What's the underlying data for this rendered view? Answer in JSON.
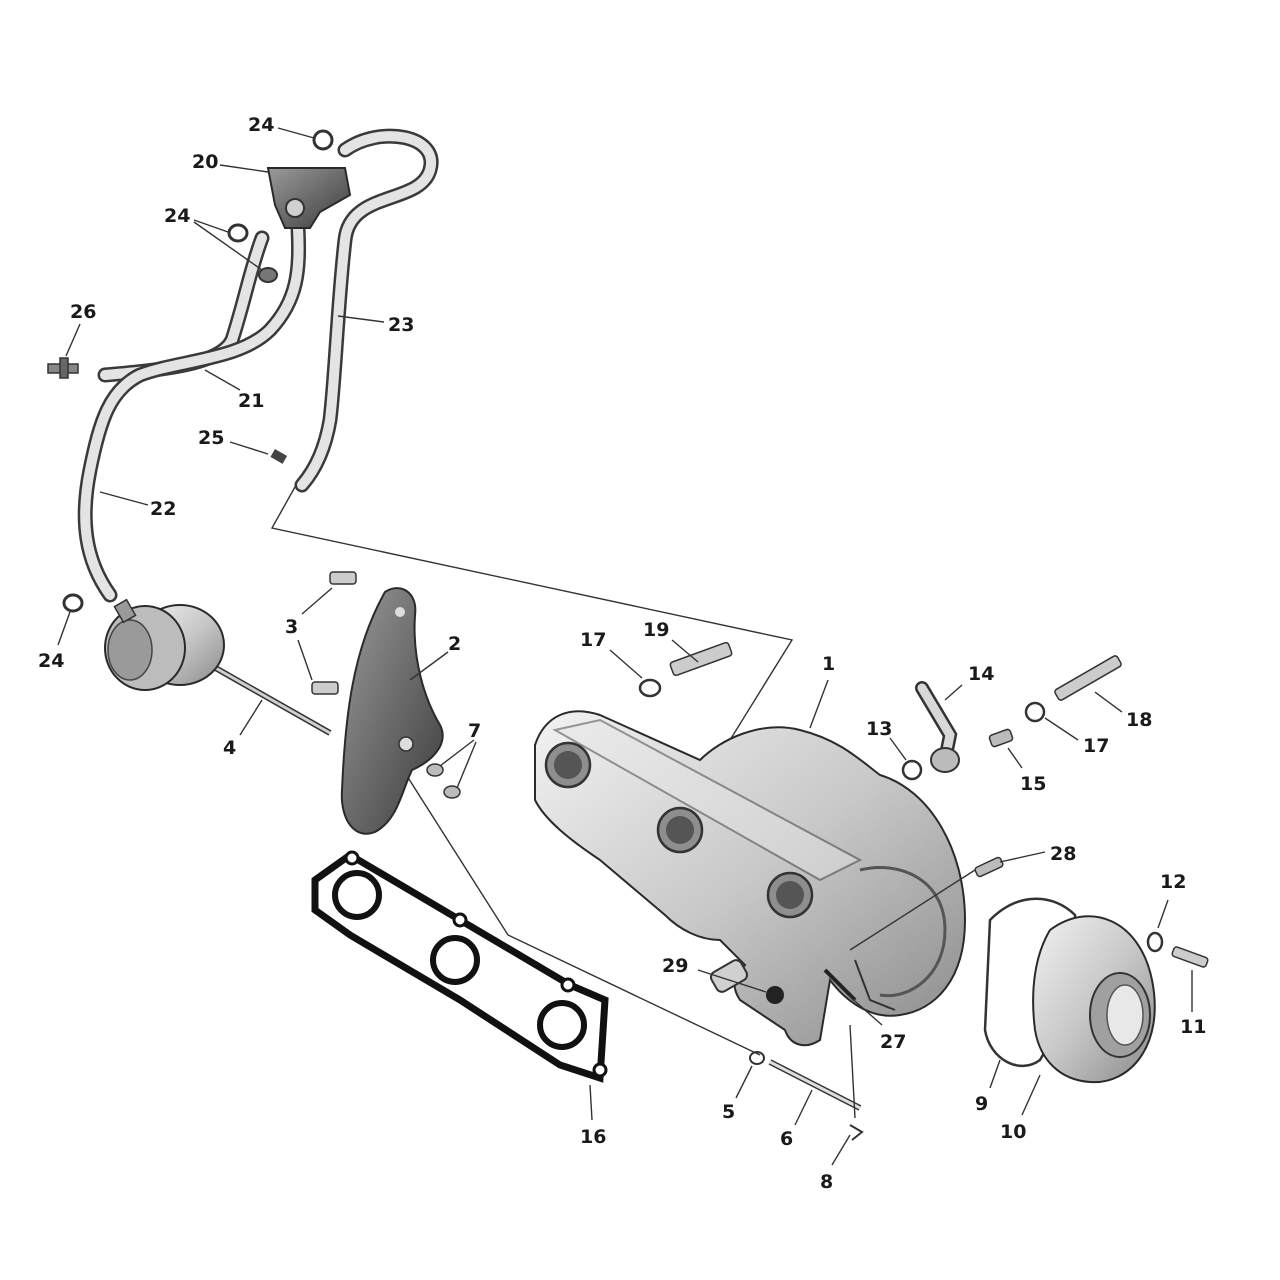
{
  "diagram": {
    "callouts": [
      "1",
      "2",
      "3",
      "4",
      "5",
      "6",
      "7",
      "8",
      "9",
      "10",
      "11",
      "12",
      "13",
      "14",
      "15",
      "16",
      "17",
      "17",
      "18",
      "19",
      "20",
      "21",
      "22",
      "23",
      "24",
      "24",
      "24",
      "25",
      "26",
      "27",
      "28",
      "29"
    ]
  },
  "colors": {
    "background": "#ffffff",
    "part_light": "#d9d9d9",
    "part_dark": "#6e6e6e",
    "line": "#2a2a2a"
  }
}
